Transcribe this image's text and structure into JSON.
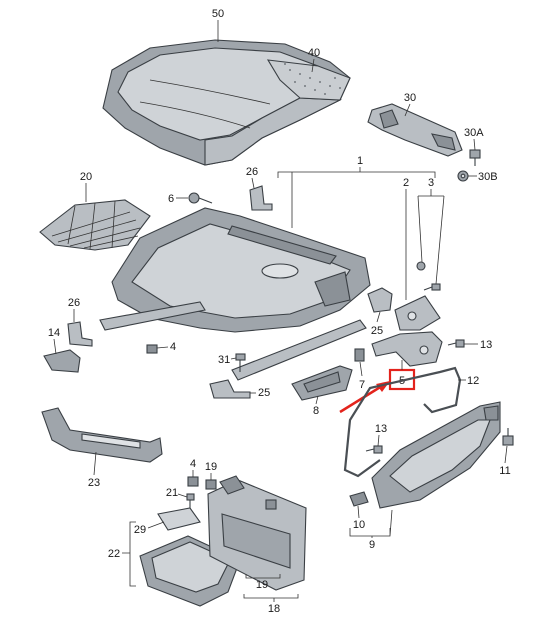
{
  "labels": {
    "l50": "50",
    "l40": "40",
    "l30": "30",
    "l30a": "30A",
    "l30b": "30B",
    "l1": "1",
    "l2": "2",
    "l3": "3",
    "l26a": "26",
    "l26b": "26",
    "l6": "6",
    "l20": "20",
    "l14": "14",
    "l4a": "4",
    "l4b": "4",
    "l25a": "25",
    "l25b": "25",
    "l7": "7",
    "l13a": "13",
    "l13b": "13",
    "l5": "5",
    "l12": "12",
    "l31": "31",
    "l8": "8",
    "l23": "23",
    "l19a": "19",
    "l19b": "19",
    "l21": "21",
    "l29": "29",
    "l22": "22",
    "l18": "18",
    "l11": "11",
    "l10": "10",
    "l9": "9"
  },
  "highlight": {
    "part": "5",
    "color": "#e3231c"
  },
  "colors": {
    "part_fill": "#9fa5ab",
    "outline": "#3a3f44",
    "pointer": "#e3231c"
  }
}
